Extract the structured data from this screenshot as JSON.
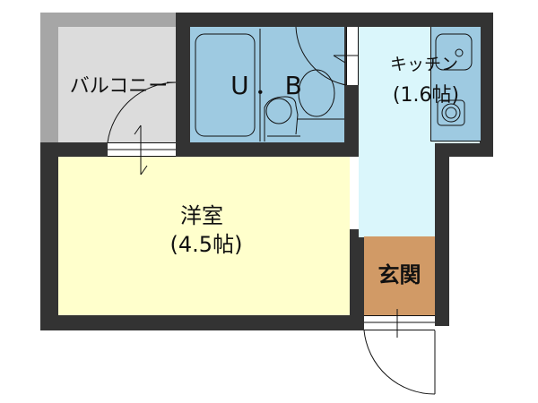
{
  "floorplan": {
    "rooms": {
      "balcony": {
        "label": "バルコニー",
        "color": "#dcdcdc",
        "outer_color": "#a6a6a6"
      },
      "unit_bath": {
        "label": "U．B",
        "color": "#9ecae1"
      },
      "kitchen": {
        "label": "キッチン",
        "size": "(1.6帖)",
        "color": "#daf6fb",
        "counter_color": "#9ecae1"
      },
      "western_room": {
        "label": "洋室",
        "size": "(4.5帖)",
        "color": "#ffffcc"
      },
      "entrance": {
        "label": "玄関",
        "color": "#d19a66"
      }
    },
    "colors": {
      "wall": "#333333",
      "background": "#ffffff",
      "line": "#111111"
    }
  }
}
